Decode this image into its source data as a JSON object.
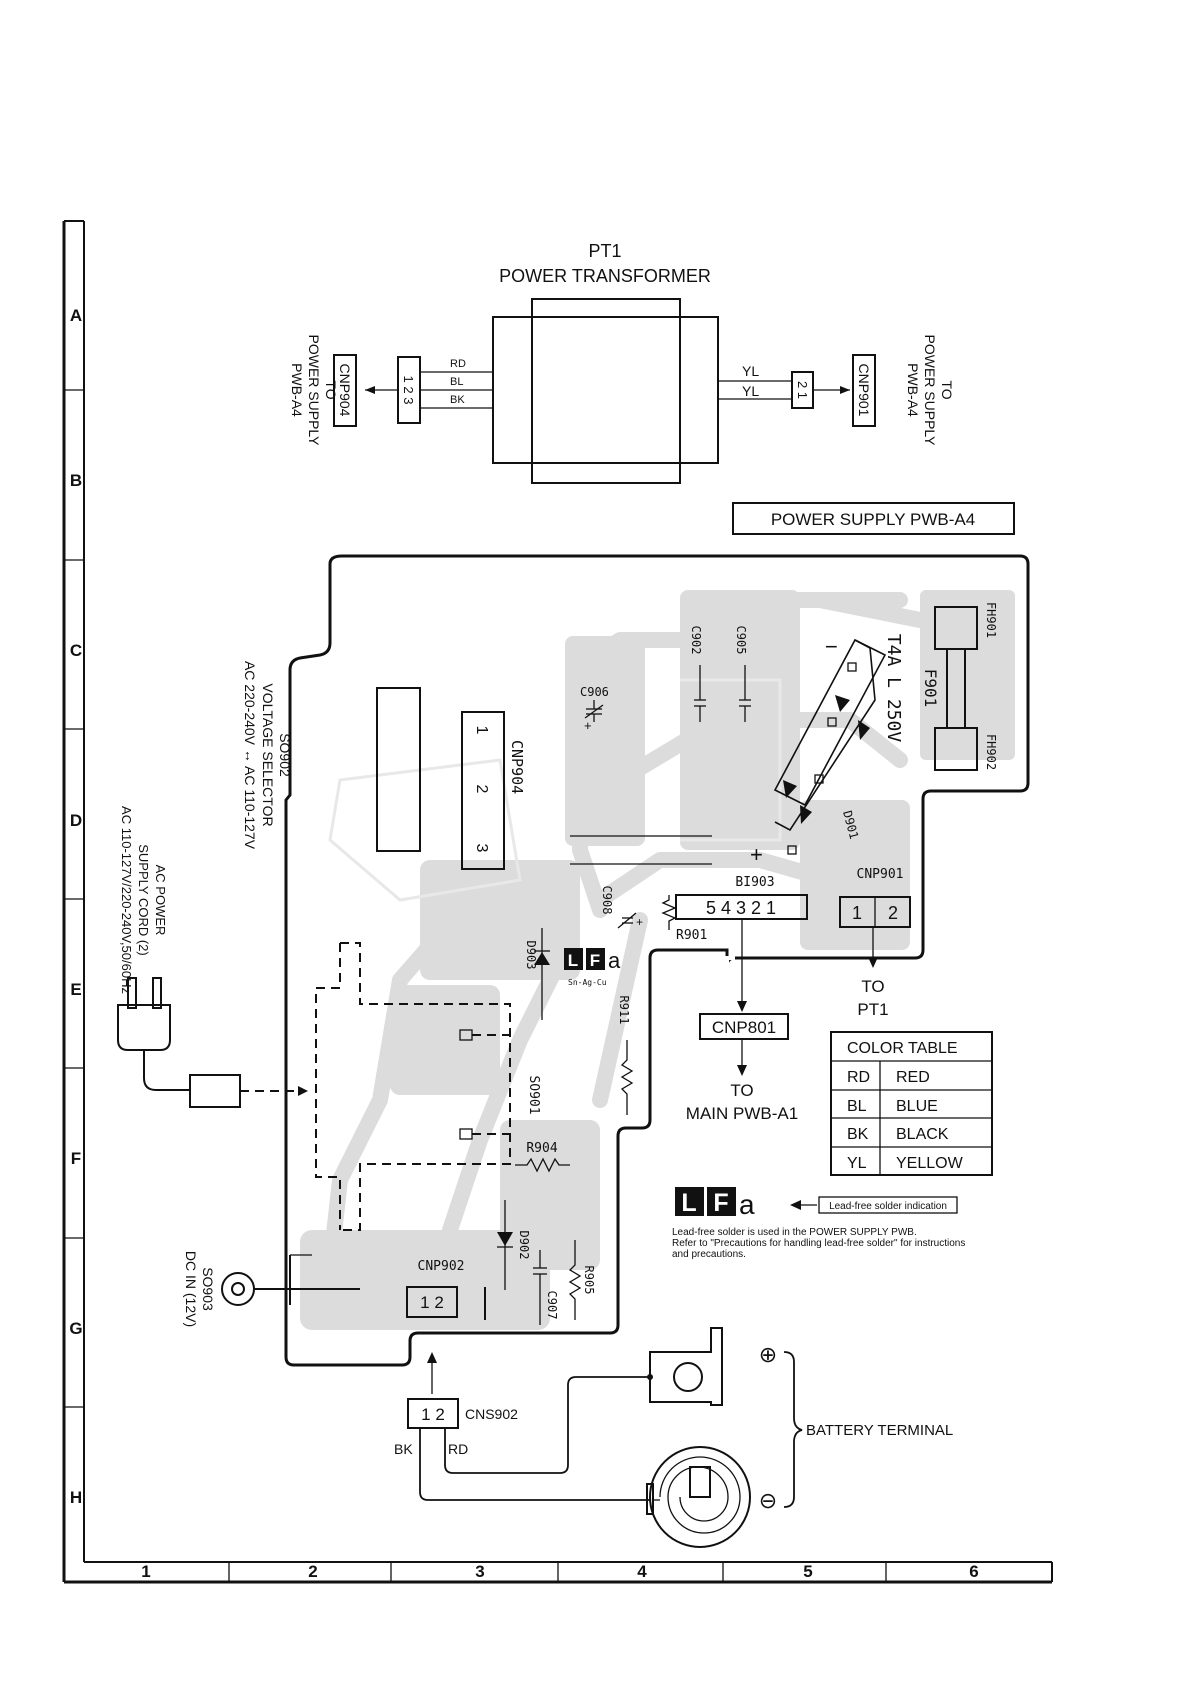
{
  "grid": {
    "rows": [
      "A",
      "B",
      "C",
      "D",
      "E",
      "F",
      "G",
      "H"
    ],
    "columns": [
      "1",
      "2",
      "3",
      "4",
      "5",
      "6"
    ]
  },
  "transformer": {
    "ref": "PT1",
    "name": "POWER TRANSFORMER"
  },
  "left_connector": {
    "ref": "CNP904",
    "pins": "1 2 3",
    "wire_colors": [
      "RD",
      "BL",
      "BK"
    ],
    "dest": [
      "TO",
      "POWER SUPPLY",
      "PWB-A4"
    ]
  },
  "right_connector": {
    "ref": "CNP901",
    "pins": "2 1",
    "wire_colors": [
      "YL",
      "YL"
    ],
    "dest": [
      "TO",
      "POWER SUPPLY",
      "PWB-A4"
    ]
  },
  "board_title": "POWER SUPPLY PWB-A4",
  "voltage_selector": {
    "ref": "SO902",
    "name": "VOLTAGE SELECTOR",
    "range": "AC 220-240V ↔ AC 110-127V"
  },
  "ac_cord": {
    "lines": [
      "AC POWER",
      "SUPPLY CORD (2)",
      "AC 110-127V/220-240V,50/60Hz"
    ]
  },
  "dc_in": {
    "ref": "SO903",
    "name": "DC IN (12V)"
  },
  "components": {
    "c906": "C906",
    "c902": "C902",
    "c905": "C905",
    "fh901": "FH901",
    "fh902": "FH902",
    "fuse_rating": "T4A L 250V",
    "f901": "F901",
    "d901": "D901",
    "cnp904": "CNP904",
    "cnp904_pins": [
      "1",
      "2",
      "3"
    ],
    "bi903": "BI903",
    "bi903_pins": "5 4 3 2 1",
    "r901": "R901",
    "c908": "C908",
    "d903": "D903",
    "r911": "R911",
    "so901": "SO901",
    "r904": "R904",
    "d902": "D902",
    "r905": "R905",
    "c907": "C907",
    "cnp902": "CNP902",
    "cnp902_pins": "1 2",
    "cnp901": "CNP901",
    "cnp901_pins": [
      "1",
      "2"
    ],
    "plus": "+",
    "minus": "−",
    "lfa_small_sub": "Sn-Ag-Cu"
  },
  "to_pt1": [
    "TO",
    "PT1"
  ],
  "to_main": {
    "ref": "CNP801",
    "dest": [
      "TO",
      "MAIN PWB-A1"
    ]
  },
  "color_table": {
    "title": "COLOR TABLE",
    "rows": [
      {
        "code": "RD",
        "name": "RED"
      },
      {
        "code": "BL",
        "name": "BLUE"
      },
      {
        "code": "BK",
        "name": "BLACK"
      },
      {
        "code": "YL",
        "name": "YELLOW"
      }
    ]
  },
  "lead_free": {
    "logo_l": "L",
    "logo_f": "F",
    "logo_a": "a",
    "indicator": "Lead-free solder indication",
    "note": [
      "Lead-free solder is used in the POWER SUPPLY PWB.",
      "Refer to \"Precautions for handling lead-free solder\" for instructions",
      "and precautions."
    ]
  },
  "battery": {
    "connector_ref": "CNS902",
    "pins": "1 2",
    "wires": [
      "BK",
      "RD"
    ],
    "label": "BATTERY TERMINAL",
    "plus_symbol": "⊕",
    "minus_symbol": "⊖"
  }
}
